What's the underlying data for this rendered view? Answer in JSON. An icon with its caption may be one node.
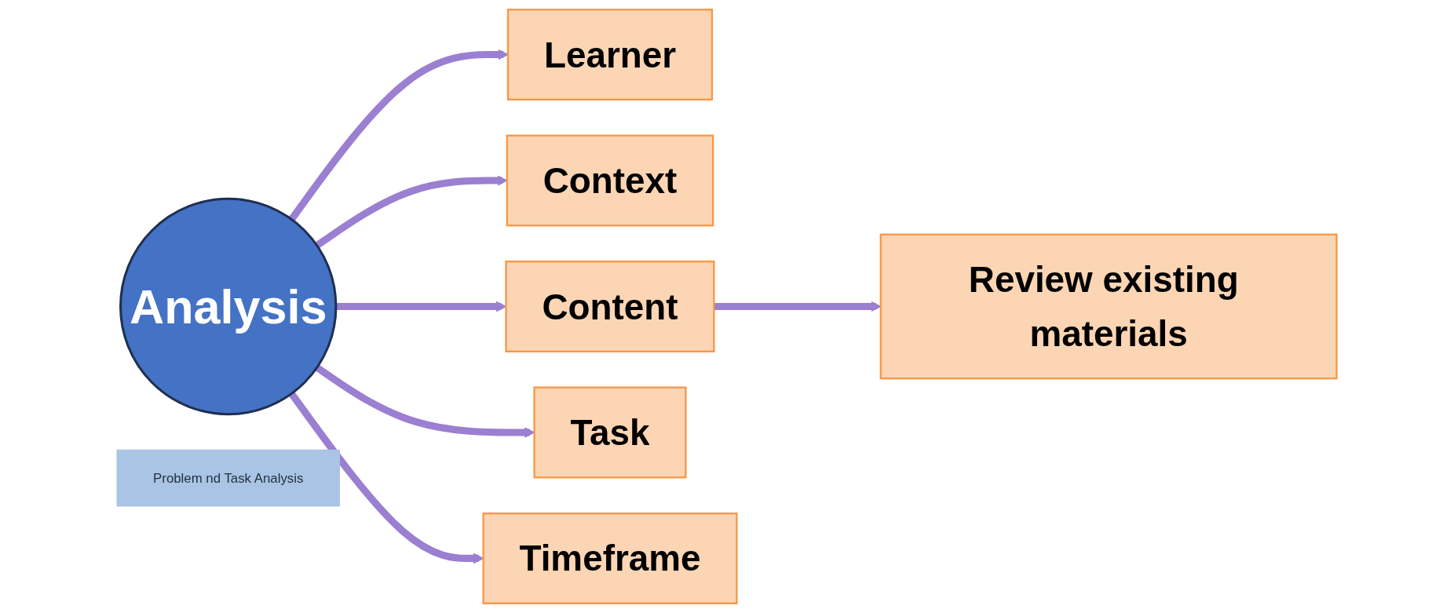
{
  "diagram": {
    "nodes": [
      {
        "text": [
          "Analysis"
        ]
      },
      {
        "text": [
          "Learner"
        ]
      },
      {
        "text": [
          "Context"
        ]
      },
      {
        "text": [
          "Content"
        ]
      },
      {
        "text": [
          "Review existing materials"
        ]
      },
      {
        "text": [
          "Task"
        ]
      },
      {
        "text": [
          "Timeframe"
        ]
      },
      {
        "text": [
          "Problem nd Task Analysis"
        ]
      }
    ],
    "edges": [
      {
        "from": 0,
        "to": 1,
        "arrow": "to"
      },
      {
        "from": 0,
        "to": 2,
        "arrow": "to"
      },
      {
        "from": 0,
        "to": 3,
        "arrow": "to"
      },
      {
        "from": 3,
        "to": 4,
        "arrow": "to"
      },
      {
        "from": 0,
        "to": 5,
        "arrow": "to"
      },
      {
        "from": 0,
        "to": 6,
        "arrow": "to"
      }
    ]
  }
}
